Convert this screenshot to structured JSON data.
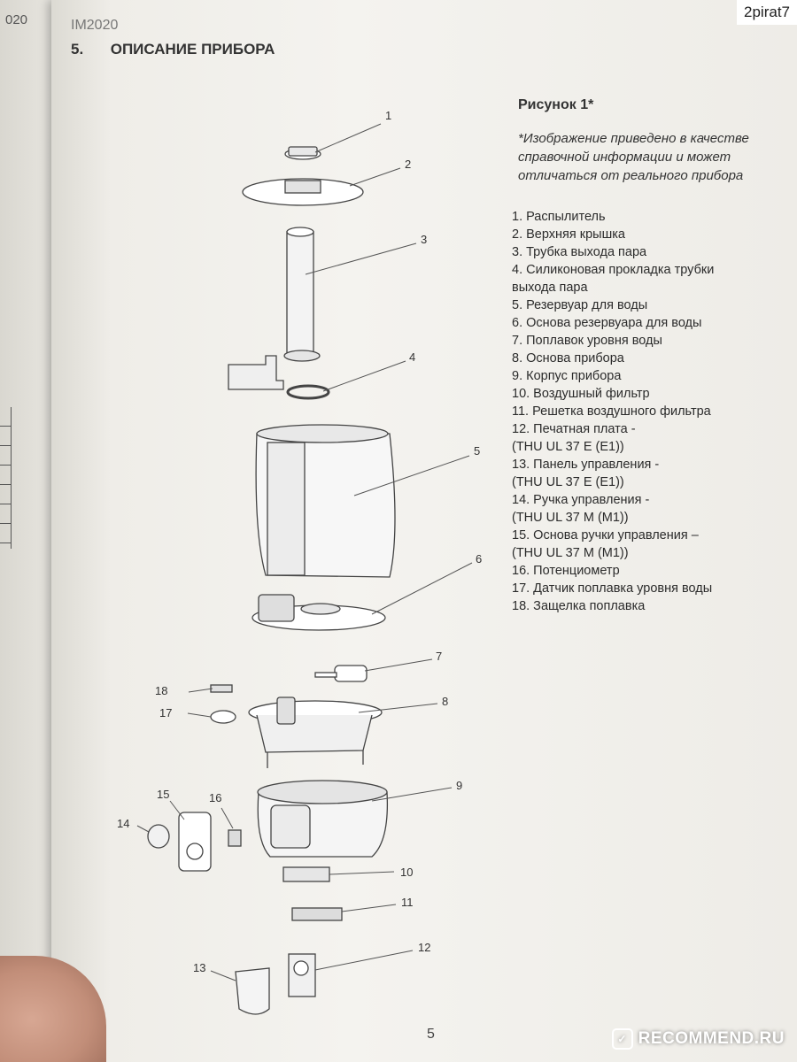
{
  "corner_mark": "2pirat7",
  "left_page_fragment": "020",
  "model": "IM2020",
  "section": {
    "number": "5.",
    "title": "ОПИСАНИЕ ПРИБОРА"
  },
  "figure": {
    "title": "Рисунок 1*",
    "note_lines": [
      "*Изображение приведено в качестве",
      "справочной информации и может",
      "отличаться от реального прибора"
    ]
  },
  "legend": [
    "1. Распылитель",
    "2. Верхняя крышка",
    "3. Трубка выхода пара",
    "4. Силиконовая прокладка трубки",
    "выхода пара",
    "5. Резервуар для воды",
    "6. Основа резервуара для воды",
    "7. Поплавок уровня воды",
    "8. Основа прибора",
    "9. Корпус прибора",
    "10. Воздушный фильтр",
    "11. Решетка воздушного фильтра",
    "12. Печатная плата -",
    "(THU UL 37 E (E1))",
    "13. Панель управления -",
    "(THU UL 37 E (E1))",
    "14. Ручка управления -",
    "(THU UL 37 M (M1))",
    "15. Основа ручки управления –",
    "(THU UL 37 M (M1))",
    "16. Потенциометр",
    "17. Датчик поплавка уровня воды",
    "18. Защелка поплавка"
  ],
  "callouts": [
    "1",
    "2",
    "3",
    "4",
    "5",
    "6",
    "7",
    "8",
    "9",
    "10",
    "11",
    "12",
    "13",
    "14",
    "15",
    "16",
    "17",
    "18"
  ],
  "page_number": "5",
  "watermark": "RECOMMEND.RU"
}
